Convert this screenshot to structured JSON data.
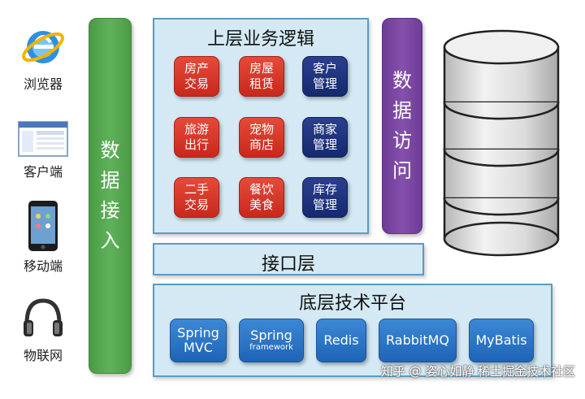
{
  "clients": [
    {
      "label": "浏览器",
      "icon": "ie-browser-icon"
    },
    {
      "label": "客户端",
      "icon": "desktop-app-icon"
    },
    {
      "label": "移动端",
      "icon": "smartphone-icon"
    },
    {
      "label": "物联网",
      "icon": "headphones-icon"
    }
  ],
  "data_ingest": {
    "label": "数据接入"
  },
  "business_layer": {
    "title": "上层业务逻辑",
    "tiles": [
      {
        "label": "房产交易",
        "color": "#d8362a"
      },
      {
        "label": "房屋租赁",
        "color": "#d8362a"
      },
      {
        "label": "客户管理",
        "color": "#1e3480"
      },
      {
        "label": "旅游出行",
        "color": "#d8362a"
      },
      {
        "label": "宠物商店",
        "color": "#d8362a"
      },
      {
        "label": "商家管理",
        "color": "#1e3480"
      },
      {
        "label": "二手交易",
        "color": "#d8362a"
      },
      {
        "label": "餐饮美食",
        "color": "#d8362a"
      },
      {
        "label": "库存管理",
        "color": "#1e3480"
      }
    ]
  },
  "data_access": {
    "label": "数据访问"
  },
  "interface_layer": {
    "title": "接口层"
  },
  "platform_layer": {
    "title": "底层技术平台",
    "tech": [
      {
        "main": "Spring",
        "sub": "MVC"
      },
      {
        "main": "Spring",
        "sub": "framework"
      },
      {
        "main": "Redis",
        "sub": ""
      },
      {
        "main": "RabbitMQ",
        "sub": ""
      },
      {
        "main": "MyBatis",
        "sub": ""
      }
    ]
  },
  "database": {
    "icon": "database-cylinder-icon",
    "color": "#d9d9d9"
  },
  "watermark": "知乎 @ 姿心如静 稀土掘金技术社区"
}
